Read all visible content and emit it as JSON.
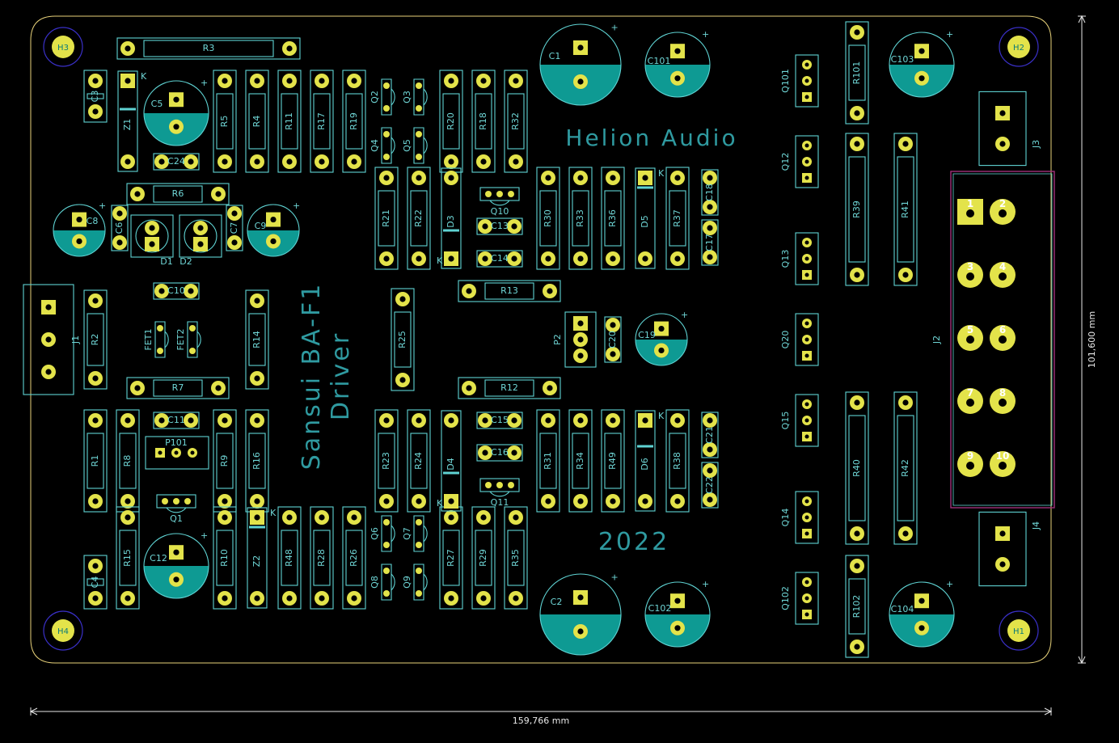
{
  "board": {
    "title_line1": "Sansui BA-F1",
    "title_line2": "Driver",
    "brand": "Helion Audio",
    "year": "2022",
    "dim_width": "159,766 mm",
    "dim_height": "101,600 mm"
  },
  "colors": {
    "background": "#000000",
    "outline": "#e8d27a",
    "silkscreen": "#5fd3d3",
    "pad": "#e3e34a",
    "cap_fill": "#0e9a93",
    "mount_ring": "#3a30c8",
    "connector_box": "#a0307a"
  },
  "mount_holes": [
    "H3",
    "H2",
    "H4",
    "H1"
  ],
  "resistors_v": [
    "C3",
    "R5",
    "R4",
    "R11",
    "R17",
    "R19",
    "R20",
    "R18",
    "R32",
    "R21",
    "R22",
    "R30",
    "R33",
    "R36",
    "R37",
    "R2",
    "R14",
    "R25",
    "R1",
    "R8",
    "R9",
    "R16",
    "R23",
    "R24",
    "R31",
    "R34",
    "R49",
    "R38",
    "R15",
    "R10",
    "R48",
    "R28",
    "R26",
    "R27",
    "R29",
    "R35",
    "C4",
    "R101",
    "R39",
    "R41",
    "R40",
    "R42",
    "R102"
  ],
  "resistors_h": [
    "R3",
    "R6",
    "R13",
    "R7",
    "R12"
  ],
  "small_caps": [
    "C24",
    "C6",
    "C7",
    "C10",
    "C13",
    "C14",
    "C15",
    "C16",
    "C11",
    "C18",
    "C17",
    "C20",
    "C21",
    "C22"
  ],
  "electrolytics": [
    "C1",
    "C101",
    "C103",
    "C5",
    "C8",
    "C9",
    "C19",
    "C12",
    "C2",
    "C102",
    "C104"
  ],
  "diodes": [
    "Z1",
    "D3",
    "D5",
    "D4",
    "D6",
    "Z2"
  ],
  "leds": [
    "D1",
    "D2"
  ],
  "transistors_to92": [
    "Q2",
    "Q3",
    "Q4",
    "Q5",
    "Q6",
    "Q7",
    "Q8",
    "Q9",
    "FET1",
    "FET2",
    "Q10",
    "Q11",
    "Q1"
  ],
  "transistors_row": [
    "Q101",
    "Q12",
    "Q13",
    "Q20",
    "Q15",
    "Q14",
    "Q102"
  ],
  "headers": [
    "J1",
    "J3",
    "J4",
    "P2",
    "P101",
    "J2"
  ],
  "j2_pins": [
    "1",
    "2",
    "3",
    "4",
    "5",
    "6",
    "7",
    "8",
    "9",
    "10"
  ]
}
